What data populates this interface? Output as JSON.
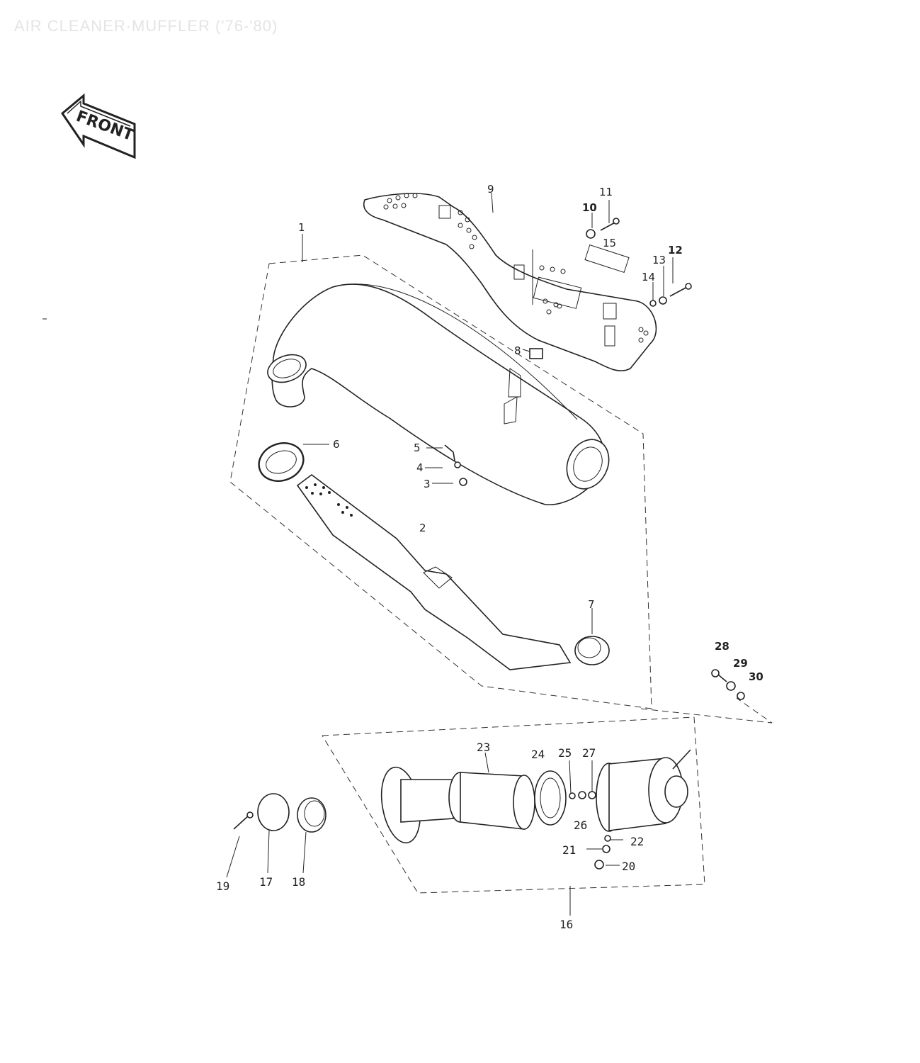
{
  "title": "AIR CLEANER·MUFFLER ('76-'80)",
  "front_badge": "FRONT",
  "callouts": [
    {
      "id": "1",
      "text": "1"
    },
    {
      "id": "2",
      "text": "2"
    },
    {
      "id": "3",
      "text": "3"
    },
    {
      "id": "4",
      "text": "4"
    },
    {
      "id": "5",
      "text": "5"
    },
    {
      "id": "6",
      "text": "6"
    },
    {
      "id": "7",
      "text": "7"
    },
    {
      "id": "8",
      "text": "8"
    },
    {
      "id": "9",
      "text": "9"
    },
    {
      "id": "10",
      "text": "10"
    },
    {
      "id": "11",
      "text": "11"
    },
    {
      "id": "12",
      "text": "12"
    },
    {
      "id": "13",
      "text": "13"
    },
    {
      "id": "14",
      "text": "14"
    },
    {
      "id": "15",
      "text": "15"
    },
    {
      "id": "16",
      "text": "16"
    },
    {
      "id": "17",
      "text": "17"
    },
    {
      "id": "18",
      "text": "18"
    },
    {
      "id": "19",
      "text": "19"
    },
    {
      "id": "20",
      "text": "20"
    },
    {
      "id": "21",
      "text": "21"
    },
    {
      "id": "22",
      "text": "22"
    },
    {
      "id": "23",
      "text": "23"
    },
    {
      "id": "24",
      "text": "24"
    },
    {
      "id": "25",
      "text": "25"
    },
    {
      "id": "26",
      "text": "26"
    },
    {
      "id": "27",
      "text": "27"
    },
    {
      "id": "28",
      "text": "28"
    },
    {
      "id": "29",
      "text": "29"
    },
    {
      "id": "30",
      "text": "30"
    }
  ]
}
